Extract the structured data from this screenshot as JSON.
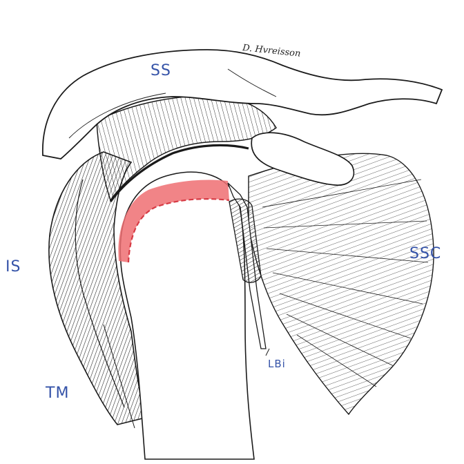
{
  "labels": {
    "ss": "SS",
    "ssc": "SSC",
    "is": "IS",
    "tm": "TM",
    "lbi": "LBi"
  },
  "signature": "D. Hvreisson",
  "colors": {
    "label_blue": "#3553a8",
    "ink": "#1a1a1a",
    "highlight_red": "#ee6e72",
    "highlight_dash": "#d63a44"
  }
}
